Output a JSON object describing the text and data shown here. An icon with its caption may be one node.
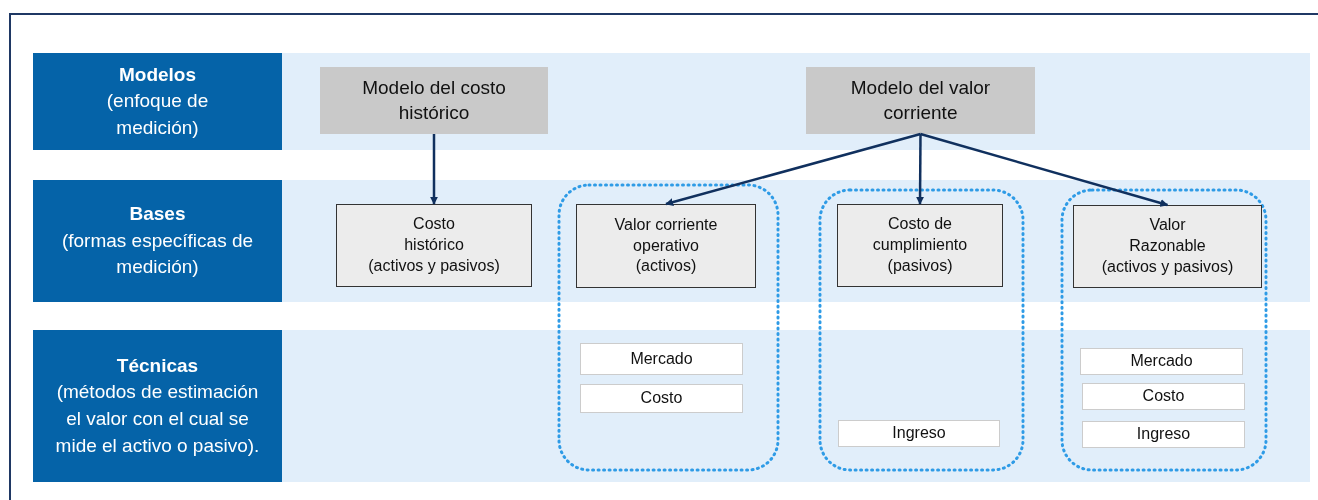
{
  "diagram": {
    "nodes": [
      {
        "text": [
          "Modelos",
          "(enfoque de medición)"
        ]
      },
      {
        "text": [
          "Modelo del costo histórico"
        ]
      },
      {
        "text": [
          "Modelo del valor corriente"
        ]
      },
      {
        "text": [
          "Bases",
          "(formas específicas de medición)"
        ]
      },
      {
        "text": [
          "Costo histórico",
          "(activos y pasivos)"
        ]
      },
      {
        "text": [],
        "shape": "box"
      },
      {
        "text": [
          "Valor corriente operativo",
          "(activos)"
        ],
        "in": 5
      },
      {
        "text": [],
        "shape": "box"
      },
      {
        "text": [
          "Costo de cumplimiento",
          "(pasivos)"
        ],
        "in": 7
      },
      {
        "text": [],
        "shape": "box"
      },
      {
        "text": [
          "Valor Razonable",
          "(activos y pasivos)"
        ],
        "in": 9
      },
      {
        "text": [
          "Técnicas",
          "(métodos de estimación el valor con el cual se mide el activo o pasivo)."
        ]
      },
      {
        "text": [
          "Mercado"
        ],
        "in": 5
      },
      {
        "text": [
          "Costo"
        ],
        "in": 5
      },
      {
        "text": [
          "Ingreso"
        ],
        "in": 7
      },
      {
        "text": [
          "Mercado"
        ],
        "in": 9
      },
      {
        "text": [
          "Costo"
        ],
        "in": 9
      },
      {
        "text": [
          "Ingreso"
        ],
        "in": 9
      }
    ],
    "edges": [
      {
        "from": 1,
        "to": 4,
        "arrow": "to"
      },
      {
        "from": 2,
        "to": 6,
        "arrow": "to"
      },
      {
        "from": 2,
        "to": 8,
        "arrow": "to"
      },
      {
        "from": 2,
        "to": 10,
        "arrow": "to"
      }
    ]
  }
}
